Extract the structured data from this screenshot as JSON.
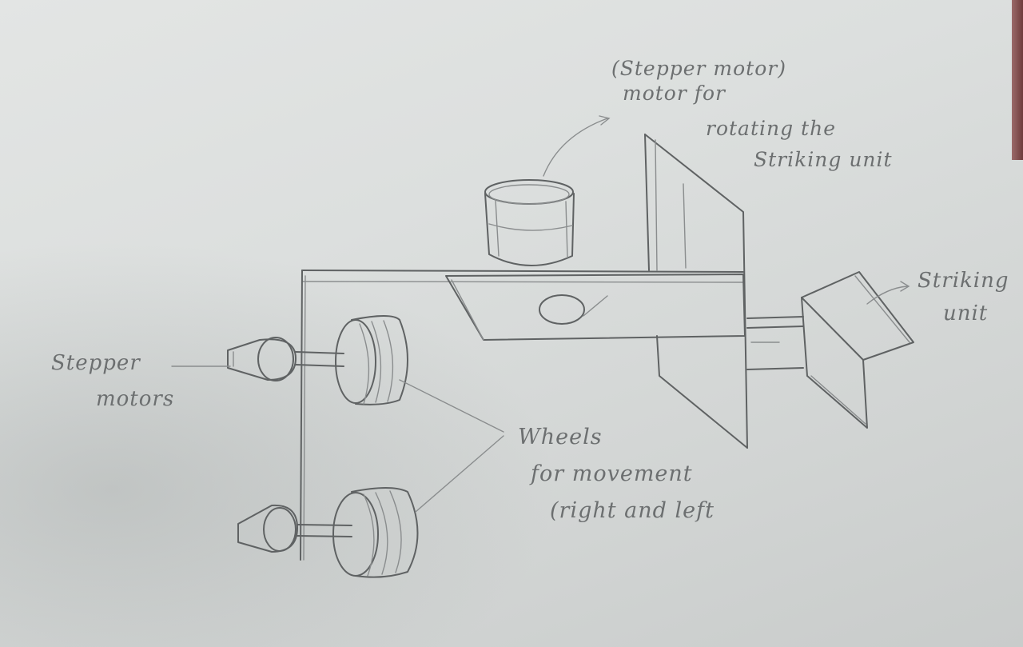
{
  "labels": {
    "stepper_motors": {
      "line1": "Stepper",
      "line2": "motors"
    },
    "rotating_motor": {
      "line1": "(Stepper motor)",
      "line2": "motor for",
      "line3": "rotating the",
      "line4": "Striking unit"
    },
    "striking_unit": {
      "line1": "Striking",
      "line2": "unit"
    },
    "wheels": {
      "line1": "Wheels",
      "line2": "for movement",
      "line3": "(right and left"
    }
  },
  "colors": {
    "pencil": "#5f6263",
    "paper": "#dcdfde"
  }
}
